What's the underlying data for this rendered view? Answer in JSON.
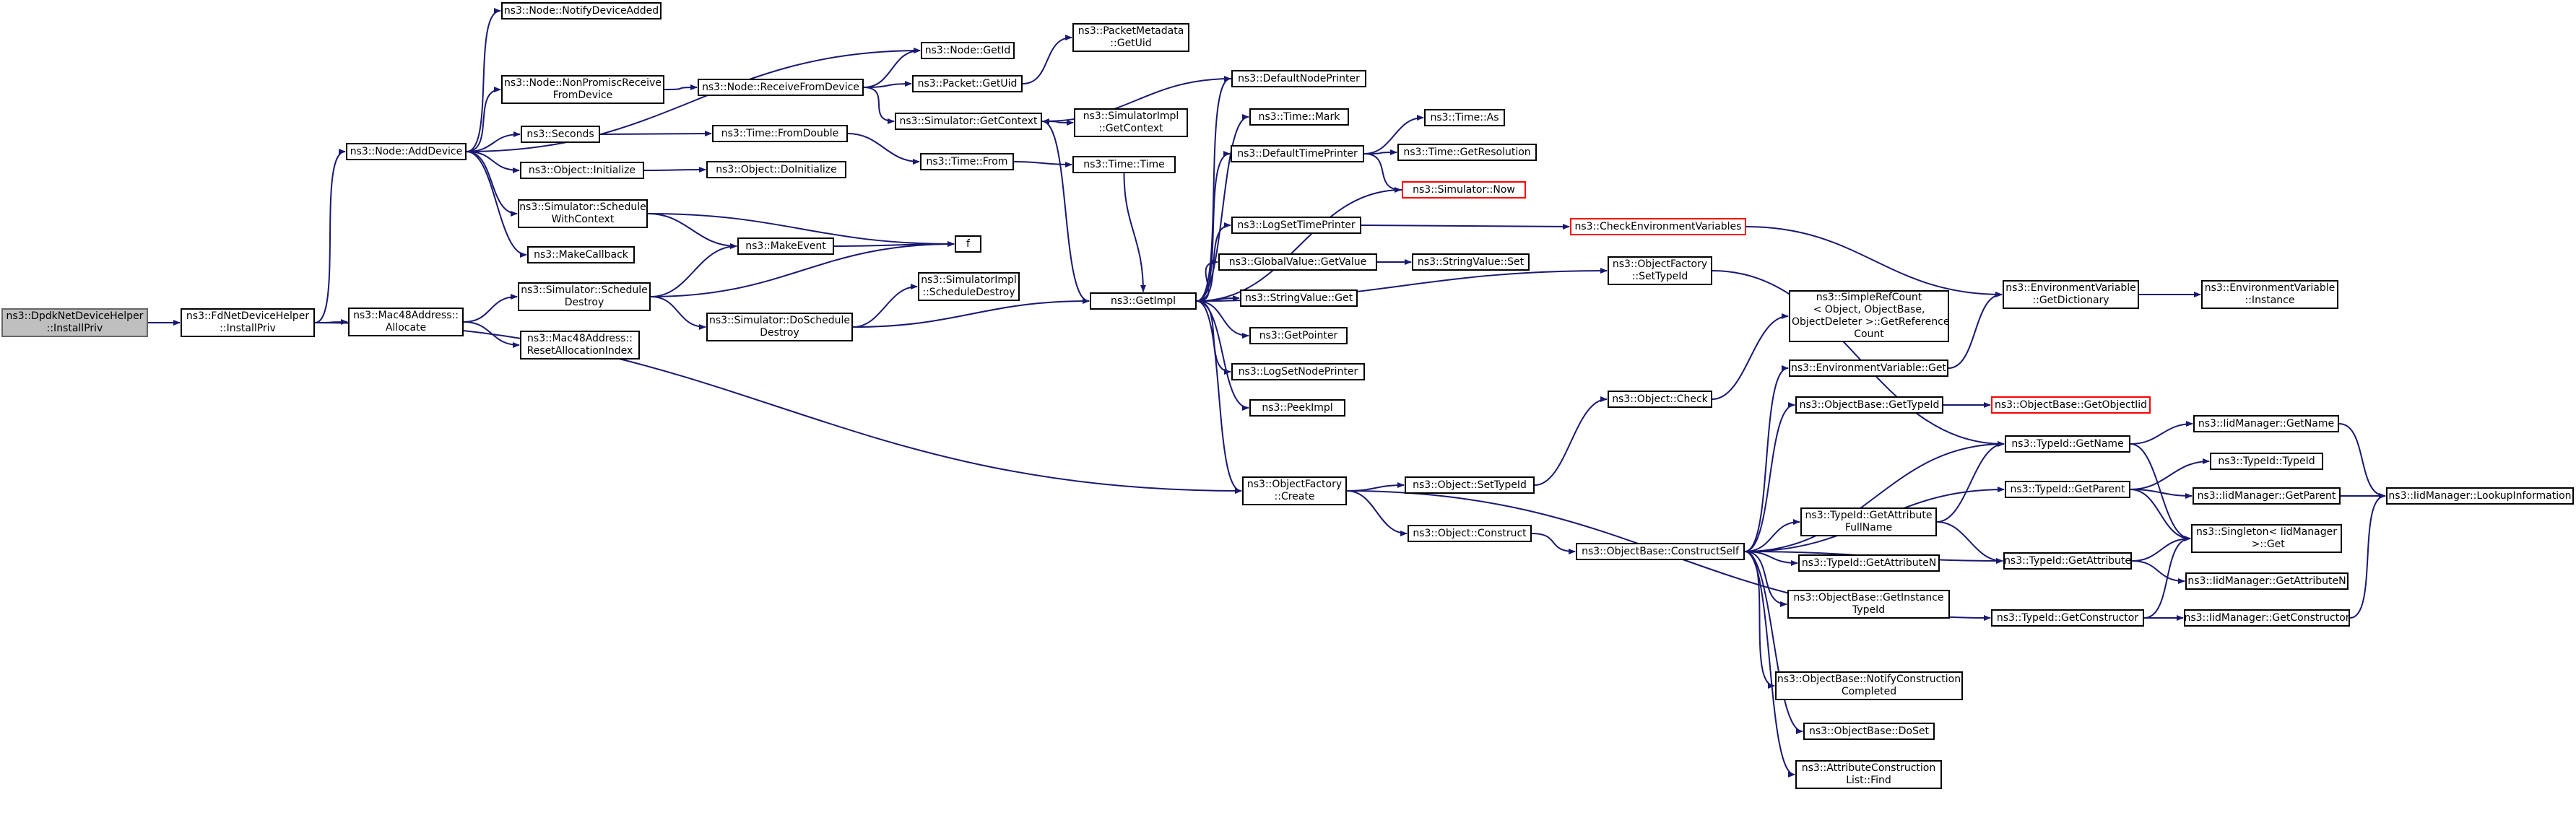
{
  "colors": {
    "edge": "#191970",
    "root_fill": "#bfbfbf",
    "node_border": "#000000",
    "truncated_border": "#ff0000"
  },
  "nodes": {
    "root": "ns3::DpdkNetDeviceHelper\n::InstallPriv",
    "fd_install": "ns3::FdNetDeviceHelper\n::InstallPriv",
    "add_device": "ns3::Node::AddDevice",
    "mac_allocate": "ns3::Mac48Address::\nAllocate",
    "mac_reset": "ns3::Mac48Address::\nResetAllocationIndex",
    "notify_added": "ns3::Node::NotifyDeviceAdded",
    "nonpromisc": "ns3::Node::NonPromiscReceive\nFromDevice",
    "seconds": "ns3::Seconds",
    "obj_initialize": "ns3::Object::Initialize",
    "sched_ctx": "ns3::Simulator::Schedule\nWithContext",
    "make_callback": "ns3::MakeCallback",
    "sched_destroy": "ns3::Simulator::Schedule\nDestroy",
    "receive_from": "ns3::Node::ReceiveFromDevice",
    "get_id": "ns3::Node::GetId",
    "get_uid": "ns3::Packet::GetUid",
    "get_context": "ns3::Simulator::GetContext",
    "from_double": "ns3::Time::FromDouble",
    "do_initialize": "ns3::Object::DoInitialize",
    "make_event": "ns3::MakeEvent",
    "f": "f",
    "do_sched_destroy": "ns3::Simulator::DoSchedule\nDestroy",
    "pm_getuid": "ns3::PacketMetadata\n::GetUid",
    "simimpl_ctx": "ns3::SimulatorImpl\n::GetContext",
    "time_from": "ns3::Time::From",
    "simimpl_destroy": "ns3::SimulatorImpl\n::ScheduleDestroy",
    "time_time": "ns3::Time::Time",
    "get_impl": "ns3::GetImpl",
    "def_node_printer": "ns3::DefaultNodePrinter",
    "time_mark": "ns3::Time::Mark",
    "def_time_printer": "ns3::DefaultTimePrinter",
    "log_set_time": "ns3::LogSetTimePrinter",
    "gv_getvalue": "ns3::GlobalValue::GetValue",
    "sv_get": "ns3::StringValue::Get",
    "get_pointer": "ns3::GetPointer",
    "log_set_node": "ns3::LogSetNodePrinter",
    "peek_impl": "ns3::PeekImpl",
    "of_create": "ns3::ObjectFactory\n::Create",
    "time_as": "ns3::Time::As",
    "time_res": "ns3::Time::GetResolution",
    "sim_now": "ns3::Simulator::Now",
    "check_env": "ns3::CheckEnvironmentVariables",
    "sv_set": "ns3::StringValue::Set",
    "of_settypeid": "ns3::ObjectFactory\n::SetTypeId",
    "obj_settypeid": "ns3::Object::SetTypeId",
    "obj_construct": "ns3::Object::Construct",
    "obj_check": "ns3::Object::Check",
    "ob_construct_self": "ns3::ObjectBase::ConstructSelf",
    "simple_ref": "ns3::SimpleRefCount\n< Object, ObjectBase,\n ObjectDeleter >::GetReference\nCount",
    "env_get": "ns3::EnvironmentVariable::Get",
    "ob_gettypeid": "ns3::ObjectBase::GetTypeId",
    "tid_getattrfull": "ns3::TypeId::GetAttribute\nFullName",
    "tid_getattrn": "ns3::TypeId::GetAttributeN",
    "ob_getinst": "ns3::ObjectBase::GetInstance\nTypeId",
    "ob_notify": "ns3::ObjectBase::NotifyConstruction\nCompleted",
    "ob_doset": "ns3::ObjectBase::DoSet",
    "acl_find": "ns3::AttributeConstruction\nList::Find",
    "env_getdict": "ns3::EnvironmentVariable\n::GetDictionary",
    "ob_getobjtid": "ns3::ObjectBase::GetObjectIid",
    "tid_getname": "ns3::TypeId::GetName",
    "tid_getparent": "ns3::TypeId::GetParent",
    "tid_getattr": "ns3::TypeId::GetAttribute",
    "tid_getctor": "ns3::TypeId::GetConstructor",
    "env_instance": "ns3::EnvironmentVariable\n::Instance",
    "iid_getname": "ns3::IidManager::GetName",
    "tid_typeid": "ns3::TypeId::TypeId",
    "iid_getparent": "ns3::IidManager::GetParent",
    "singleton_get": "ns3::Singleton< IidManager\n >::Get",
    "iid_getattrn": "ns3::IidManager::GetAttributeN",
    "iid_getctor": "ns3::IidManager::GetConstructor",
    "iid_lookup": "ns3::IidManager::LookupInformation"
  }
}
